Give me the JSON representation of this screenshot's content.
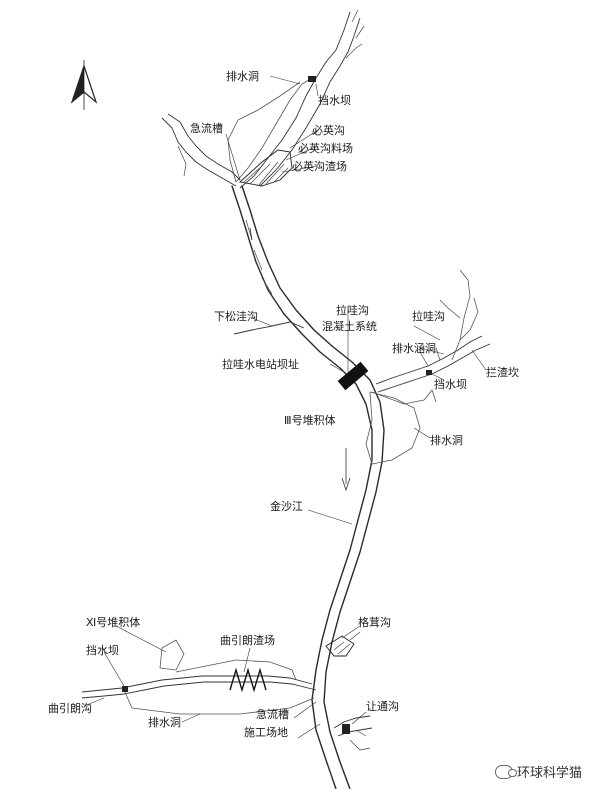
{
  "labels": {
    "paishuidong_top": "排水洞",
    "dangshuiba_top": "挡水坝",
    "jiliucao_top": "急流槽",
    "biyinggou": "必英沟",
    "biyinggou_liaochang": "必英沟料场",
    "biyinggou_zhachang": "必英沟渣场",
    "xiasongwagou": "下松洼沟",
    "lawagou_1": "拉哇沟",
    "lawagou_2": "混凝土系统",
    "lawagou_right": "拉哇沟",
    "paishuihandong": "排水涵洞",
    "lanzhakan": "拦渣坎",
    "dangshuiba_mid": "挡水坝",
    "lawa_damsite": "拉哇水电站坝址",
    "deposit_2": "Ⅲ号堆积体",
    "paishuidong_mid": "排水洞",
    "jinshajiang": "金沙江",
    "gerongou": "格茸沟",
    "deposit_1": "Ⅺ号堆积体",
    "quyinlang_zhachang": "曲引朗渣场",
    "dangshuiba_bottom": "挡水坝",
    "quyinlanggou": "曲引朗沟",
    "paishuidong_bottom": "排水洞",
    "jiliucao_bottom": "急流槽",
    "shigong_changdi": "施工场地",
    "zhatonggou": "让通沟"
  },
  "watermark": {
    "text": "环球科学猫",
    "icon": "wechat-icon"
  },
  "north_arrow": {
    "icon": "north-arrow-icon"
  }
}
